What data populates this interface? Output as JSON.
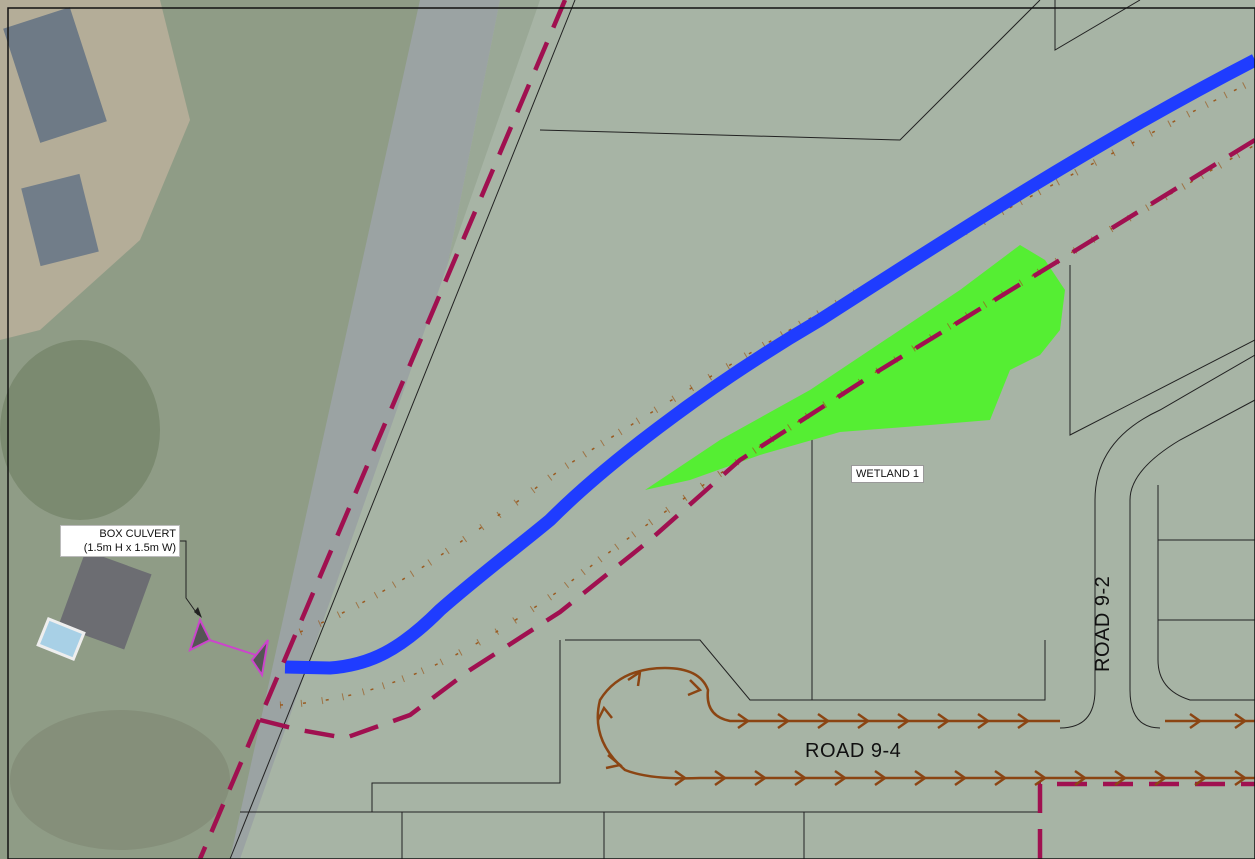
{
  "labels": {
    "wetland": "WETLAND 1",
    "culvert_line1": "BOX CULVERT",
    "culvert_line2": "(1.5m H x 1.5m W)",
    "road_9_4": "ROAD 9-4",
    "road_9_2": "ROAD 9-2"
  },
  "colors": {
    "watercourse": "#1f3cff",
    "wetland_fill": "#55ee33",
    "boundary_dash": "#a01050",
    "top_of_bank": "#9a5a20",
    "road_arrows": "#8b4513",
    "culvert": "#cc44cc",
    "lot_lines": "#222222",
    "field": "#a8b5a6"
  },
  "icons": [
    "culvert-headwall-icon",
    "flow-arrow-icon"
  ]
}
